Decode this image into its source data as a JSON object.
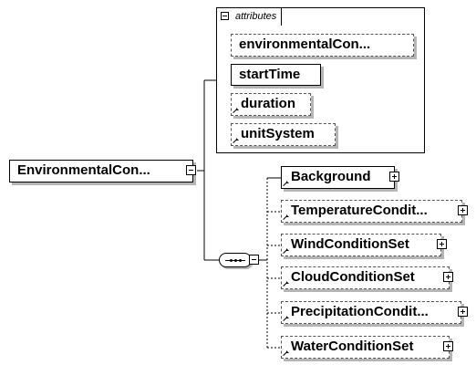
{
  "root": {
    "label": "EnvironmentalCon..."
  },
  "attributes": {
    "header": "attributes",
    "items": [
      {
        "label": "environmentalCon..."
      },
      {
        "label": "startTime"
      },
      {
        "label": "duration"
      },
      {
        "label": "unitSystem"
      }
    ]
  },
  "sequence": {
    "children": [
      {
        "label": "Background"
      },
      {
        "label": "TemperatureCondit..."
      },
      {
        "label": "WindConditionSet"
      },
      {
        "label": "CloudConditionSet"
      },
      {
        "label": "PrecipitationCondit..."
      },
      {
        "label": "WaterConditionSet"
      }
    ]
  }
}
